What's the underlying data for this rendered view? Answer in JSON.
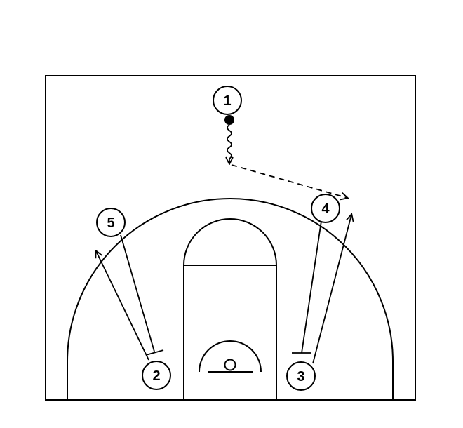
{
  "players": [
    {
      "id": "p1",
      "label": "1",
      "has_ball": true
    },
    {
      "id": "p2",
      "label": "2",
      "has_ball": false
    },
    {
      "id": "p3",
      "label": "3",
      "has_ball": false
    },
    {
      "id": "p4",
      "label": "4",
      "has_ball": false
    },
    {
      "id": "p5",
      "label": "5",
      "has_ball": false
    }
  ],
  "actions": [
    {
      "type": "dribble",
      "from": "1"
    },
    {
      "type": "pass",
      "from": "1",
      "to": "4"
    },
    {
      "type": "screen",
      "from": "5",
      "for": "2"
    },
    {
      "type": "cut",
      "from": "2"
    },
    {
      "type": "screen",
      "from": "4",
      "for": "3"
    },
    {
      "type": "cut",
      "from": "3"
    }
  ],
  "colors": {
    "lines": "#000000",
    "background": "#ffffff"
  }
}
